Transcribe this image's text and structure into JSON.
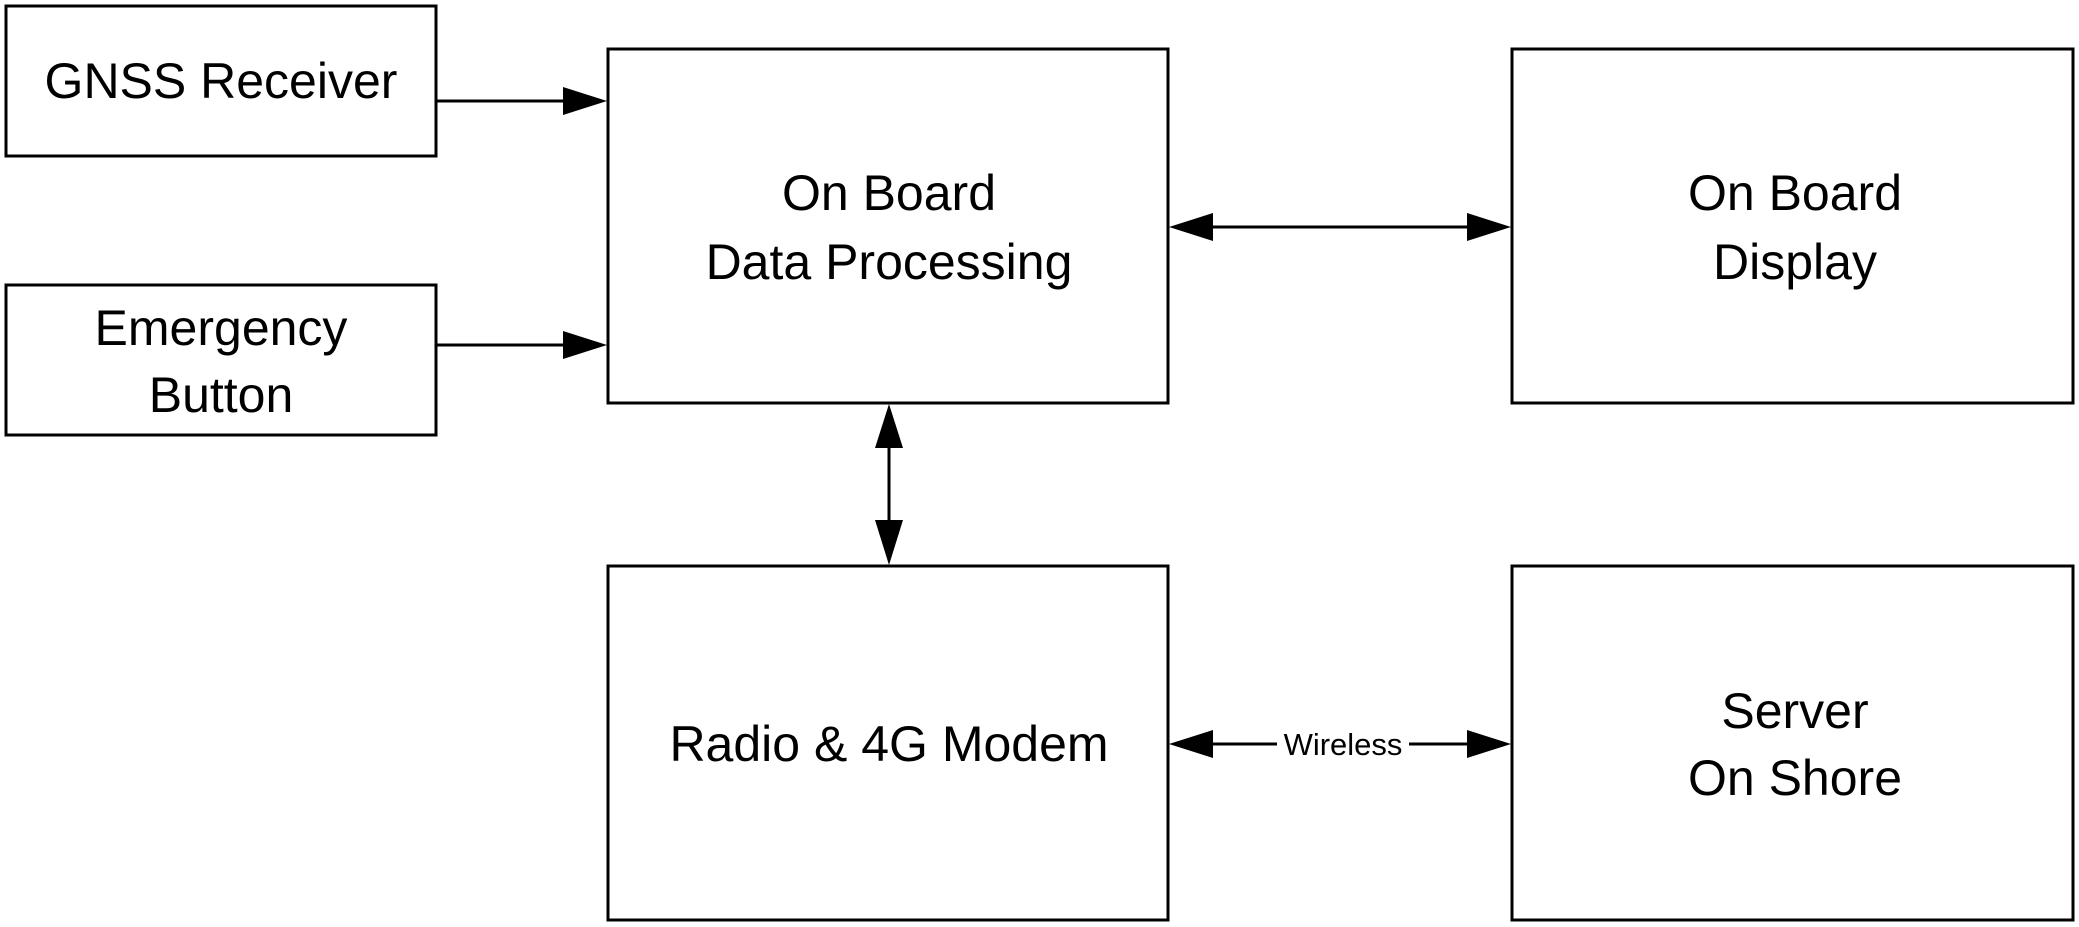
{
  "diagram": {
    "blocks": {
      "gnss": {
        "line1": "GNSS Receiver"
      },
      "emergency": {
        "line1": "Emergency",
        "line2": "Button"
      },
      "processing": {
        "line1": "On Board",
        "line2": "Data Processing"
      },
      "display": {
        "line1": "On Board",
        "line2": "Display"
      },
      "modem": {
        "line1": "Radio & 4G Modem"
      },
      "server": {
        "line1": "Server",
        "line2": "On Shore"
      }
    },
    "links": {
      "wireless_label": "Wireless"
    }
  }
}
